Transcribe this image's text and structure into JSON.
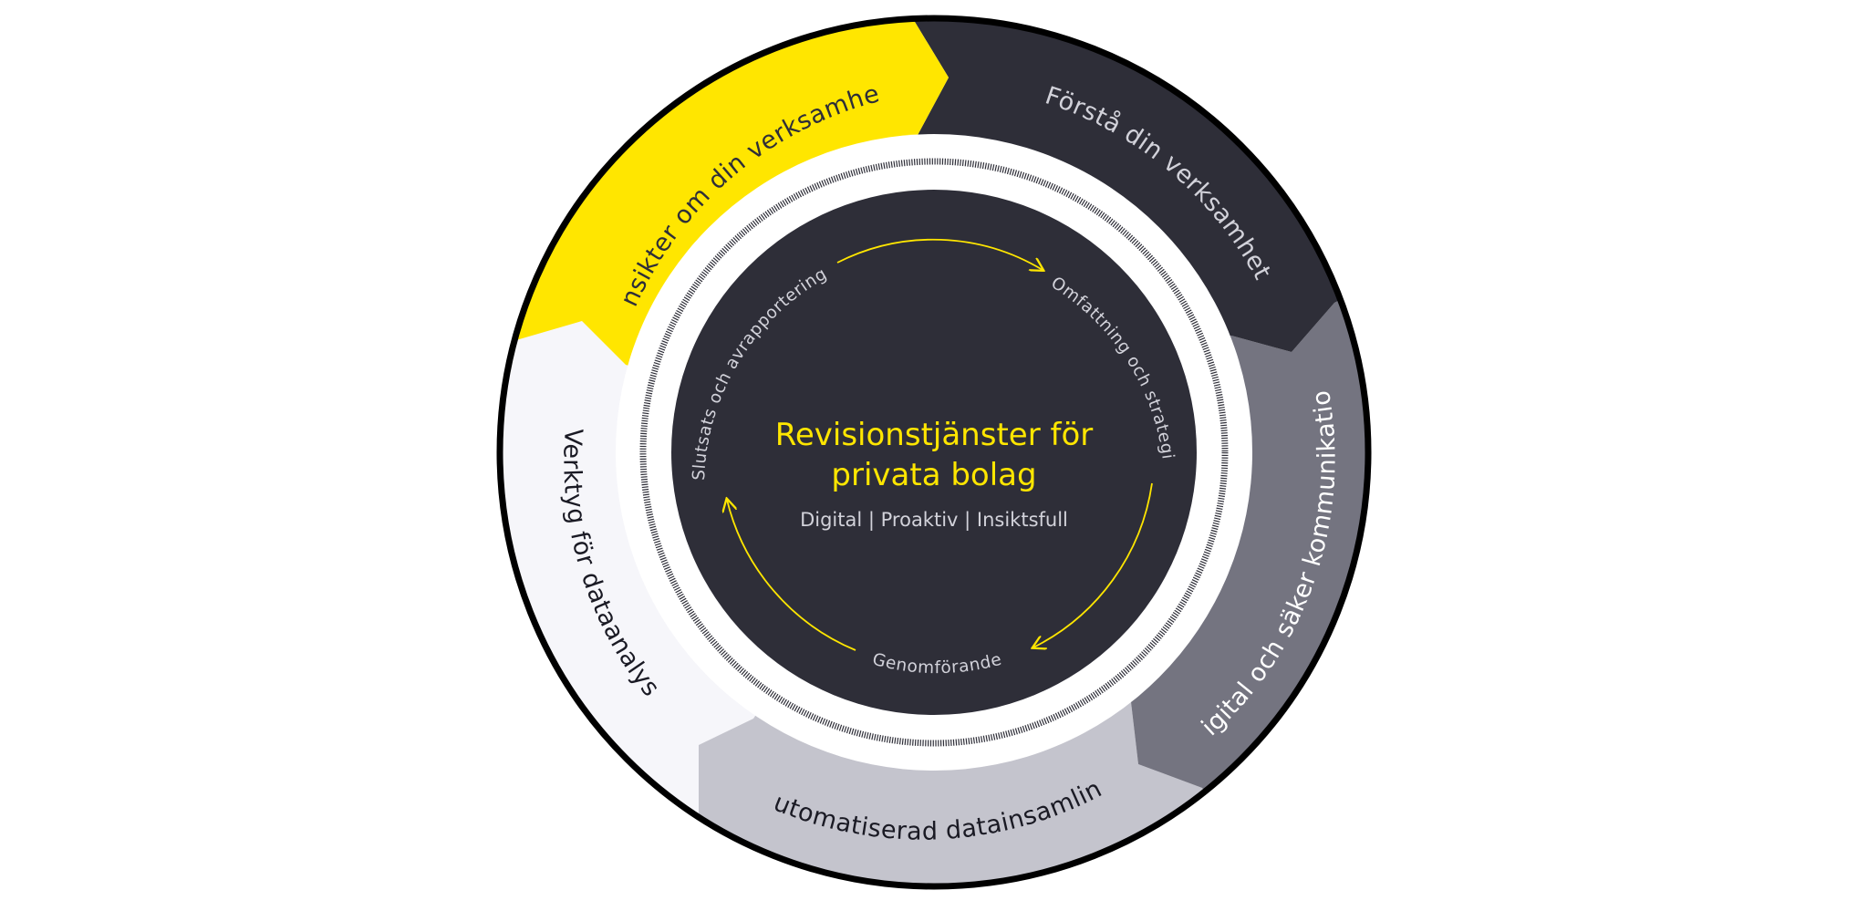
{
  "diagram": {
    "title_line1": "Revisionstjänster för",
    "title_line2": "privata bolag",
    "tagline": "Digital | Proaktiv | Insiktsfull",
    "outer_segments": [
      {
        "id": "insikter",
        "label": "Insikter om din verksamhet",
        "fill": "#ffe600",
        "text_color": "#2e2e38"
      },
      {
        "id": "forsta",
        "label": "Förstå din verksamhet",
        "fill": "#2e2e38",
        "text_color": "#d2d2da"
      },
      {
        "id": "digital",
        "label": "Digital och säker kommunikation",
        "fill": "#747480",
        "text_color": "#ffffff"
      },
      {
        "id": "automatiserad",
        "label": "Automatiserad datainsamling",
        "fill": "#c4c4cd",
        "text_color": "#1a1a24"
      },
      {
        "id": "verktyg",
        "label": "Verktyg för dataanalys",
        "fill": "#f6f6fa",
        "text_color": "#1a1a24"
      }
    ],
    "inner_steps": [
      {
        "id": "omfattning",
        "label": "Omfattning och strategi"
      },
      {
        "id": "genomforande",
        "label": "Genomförande"
      },
      {
        "id": "slutsats",
        "label": "Slutsats och avrapportering"
      }
    ],
    "colors": {
      "accent": "#ffe600",
      "dark": "#2e2e38",
      "outline": "#000000",
      "ring_tick": "#2e2e38"
    }
  }
}
